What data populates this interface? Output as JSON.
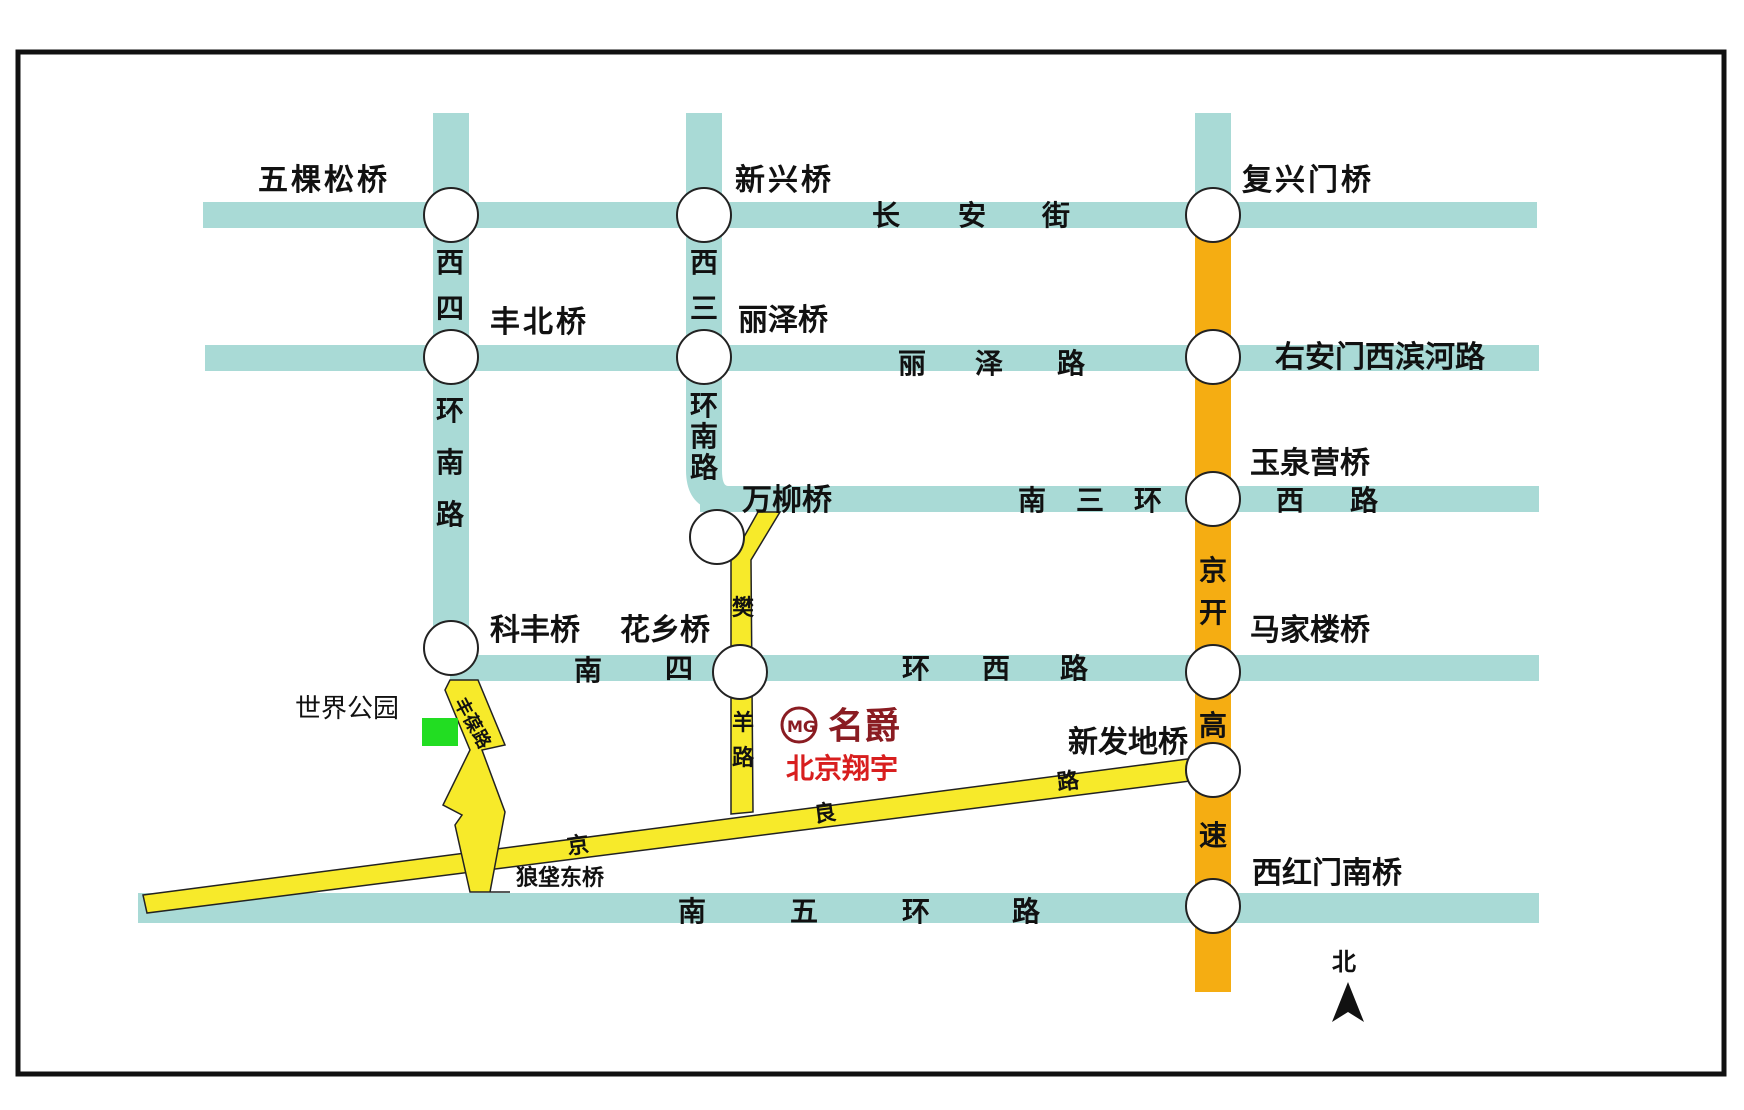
{
  "colors": {
    "road_teal": "#a9dad6",
    "road_yellow": "#f7ea2a",
    "road_orange": "#f5ad12",
    "park_green": "#22dd22",
    "brand_red": "#d81e1e",
    "brand_maroon": "#8a1c22"
  },
  "bridges": {
    "wukesong": "五棵松桥",
    "xinxing": "新兴桥",
    "fuxingmen": "复兴门桥",
    "fengbei": "丰北桥",
    "lize": "丽泽桥",
    "youanmen": "右安门西滨河路",
    "wanliu": "万柳桥",
    "yuquanying": "玉泉营桥",
    "kefeng": "科丰桥",
    "huaxiang": "花乡桥",
    "majialou": "马家楼桥",
    "xinfadi": "新发地桥",
    "langbaodong": "狼垡东桥",
    "xihongmennan": "西红门南桥"
  },
  "roads": {
    "changan": [
      "长",
      "安",
      "街"
    ],
    "lize_road": [
      "丽",
      "泽",
      "路"
    ],
    "south3_west": [
      "南",
      "三",
      "环"
    ],
    "south3_west_2": [
      "西",
      "路"
    ],
    "south4_west": [
      "南",
      "四",
      "环",
      "西",
      "路"
    ],
    "south5": [
      "南",
      "五",
      "环",
      "路"
    ],
    "west4_south": [
      "西",
      "四",
      "环",
      "南",
      "路"
    ],
    "west3_south": [
      "西",
      "三",
      "环",
      "南",
      "路"
    ],
    "jingkai": [
      "京",
      "开",
      "高",
      "速"
    ],
    "fanyang": [
      "樊",
      "羊",
      "路"
    ],
    "jingliang": [
      "京",
      "良",
      "路"
    ],
    "fengzhu": [
      "丰",
      "葆",
      "路"
    ]
  },
  "landmarks": {
    "world_park": "世界公园"
  },
  "brand": {
    "logo_text": "MG",
    "name": "名爵",
    "dealer": "北京翔宇"
  },
  "compass": {
    "north_label": "北"
  }
}
